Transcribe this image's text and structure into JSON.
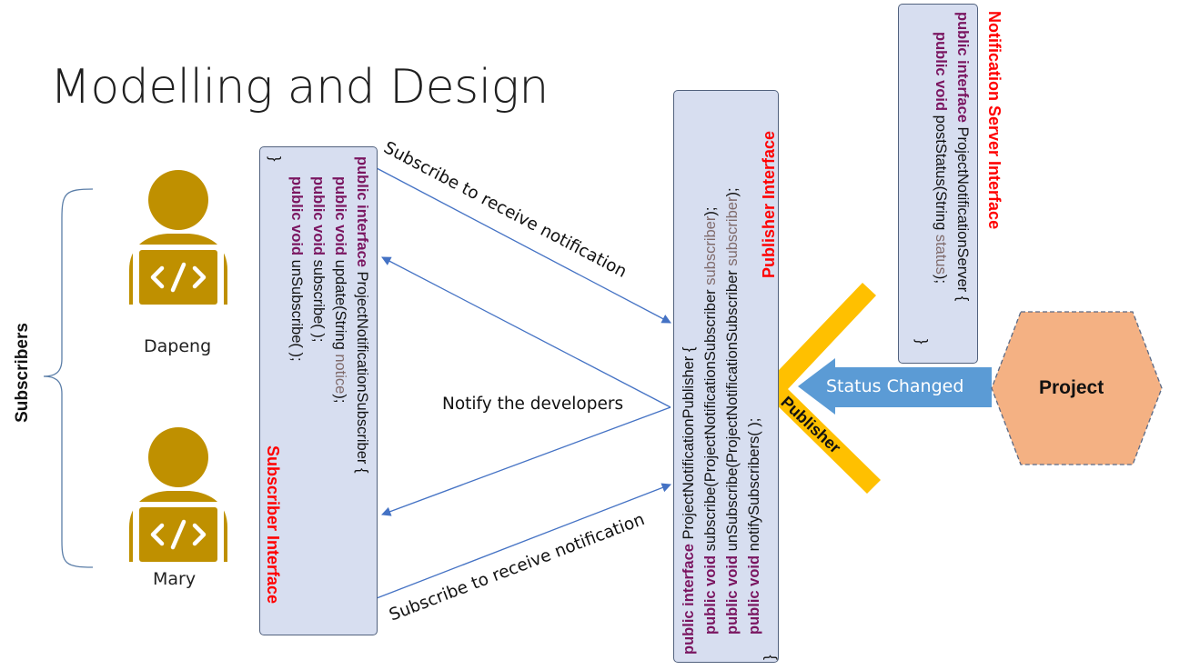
{
  "title": "Modelling and Design",
  "subscribers_group_label": "Subscribers",
  "people": [
    {
      "name": "Dapeng",
      "icon": "developer-laptop-icon",
      "color": "#BF9000"
    },
    {
      "name": "Mary",
      "icon": "developer-laptop-icon",
      "color": "#BF9000"
    }
  ],
  "subscriber_interface": {
    "title": "Subscriber Interface",
    "lines": [
      {
        "kw": "public interface",
        "rest": " ProjectNotificationSubscriber {"
      },
      {
        "kw": "public void",
        "rest": " update(String ",
        "param": "notice",
        "tail": ");"
      },
      {
        "kw": "public void",
        "rest": " subscribe( );"
      },
      {
        "kw": "public void",
        "rest": " unSubscribe( );"
      },
      {
        "kw": "",
        "rest": "}"
      }
    ]
  },
  "publisher_interface": {
    "title": "Publisher Interface",
    "lines": [
      {
        "kw": "public interface",
        "rest": " ProjectNotificationPublisher {"
      },
      {
        "kw": "public void",
        "rest": " subscribe(ProjectNotificationSubscriber ",
        "param": "subscriber",
        "tail": ");"
      },
      {
        "kw": "public void",
        "rest": " unSubscribe(ProjectNotificationSubscriber ",
        "param": "subscriber",
        "tail": ");"
      },
      {
        "kw": "public void",
        "rest": " notifySubscribers( );"
      },
      {
        "kw": "",
        "rest": "}"
      }
    ]
  },
  "server_interface": {
    "title": "Notification Server Interface",
    "lines": [
      {
        "kw": "public interface",
        "rest": " ProjectNotificationServer {"
      },
      {
        "kw": "public void",
        "rest": " postStatus(String ",
        "param": "status",
        "tail": ");"
      },
      {
        "kw": "",
        "rest": "}"
      }
    ]
  },
  "arrows": {
    "subscribe_top": "Subscribe to receive notification",
    "notify": "Notify the developers",
    "subscribe_bottom": "Subscribe to receive notification",
    "status_changed": "Status Changed"
  },
  "publisher_label": "Publisher",
  "project_label": "Project",
  "colors": {
    "panel_fill": "#D7DEF0",
    "keyword": "#7A1560",
    "interface_title": "#FF0000",
    "arrow_line": "#4472C4",
    "status_arrow": "#5B9BD5",
    "publisher_bar": "#FFC000",
    "project_fill": "#F4B183"
  }
}
